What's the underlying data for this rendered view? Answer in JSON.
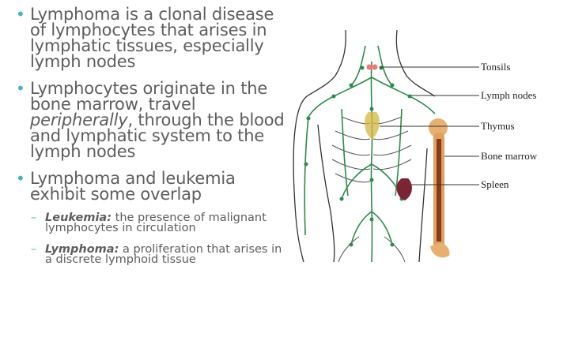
{
  "bullets": [
    {
      "text": "Lymphoma is a clonal disease of lymphocytes that arises in lymphatic tissues, especially lymph nodes"
    },
    {
      "text_before": "Lymphocytes originate in the bone marrow, travel ",
      "text_em": "peripherally",
      "text_after": ", through the blood and lymphatic system to the lymph nodes"
    },
    {
      "text": "Lymphoma and leukemia exhibit some overlap"
    }
  ],
  "sub_bullets": [
    {
      "term": "Leukemia:",
      "text": " the presence of malignant lymphocytes in circulation"
    },
    {
      "term": "Lymphoma:",
      "text": " a proliferation that arises in a discrete lymphoid tissue"
    }
  ],
  "figure": {
    "labels": [
      "Tonsils",
      "Lymph nodes",
      "Thymus",
      "Bone marrow",
      "Spleen"
    ]
  },
  "colors": {
    "bullet_accent": "#48b0c4",
    "lymph_green": "#2e8a4a",
    "bone": "#e0a060",
    "spleen": "#7a2436"
  }
}
